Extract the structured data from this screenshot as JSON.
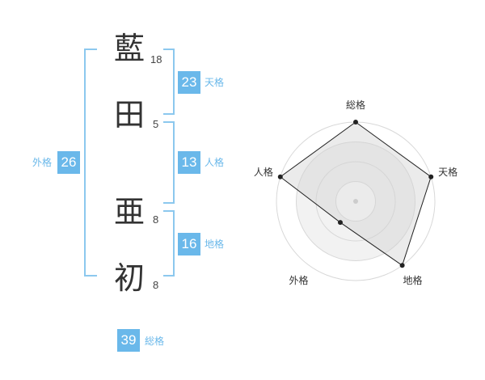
{
  "name": {
    "chars": [
      {
        "char": "藍",
        "strokes": "18"
      },
      {
        "char": "田",
        "strokes": "5"
      },
      {
        "char": "亜",
        "strokes": "8"
      },
      {
        "char": "初",
        "strokes": "8"
      }
    ]
  },
  "fortunes": {
    "tenkaku": {
      "value": "23",
      "label": "天格"
    },
    "jinkaku": {
      "value": "13",
      "label": "人格"
    },
    "chikaku": {
      "value": "16",
      "label": "地格"
    },
    "gaikaku": {
      "value": "26",
      "label": "外格"
    },
    "soukaku": {
      "value": "39",
      "label": "総格"
    }
  },
  "colors": {
    "accent": "#6ab8ea",
    "bracket": "#8cc8ee",
    "text": "#333333"
  },
  "chart_data": {
    "type": "radar",
    "axes": [
      "総格",
      "天格",
      "地格",
      "外格",
      "人格"
    ],
    "values": [
      1.0,
      1.0,
      1.0,
      0.33,
      1.0
    ],
    "rings": 4
  }
}
